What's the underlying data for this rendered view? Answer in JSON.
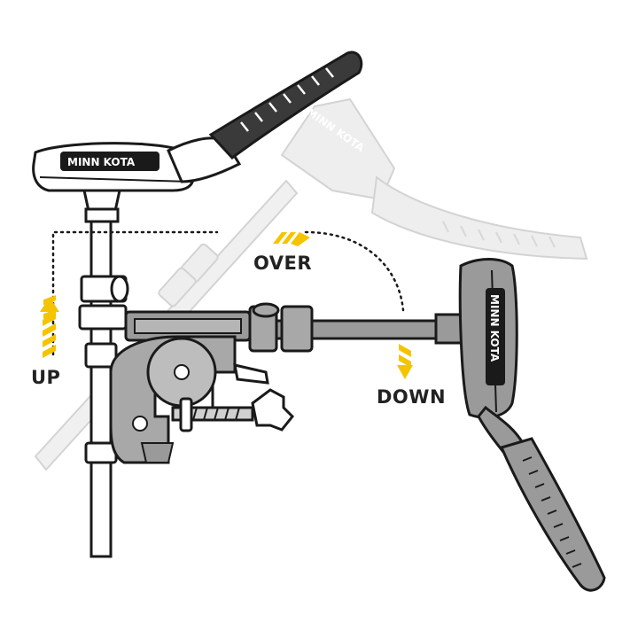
{
  "labels": {
    "up": "UP",
    "over": "OVER",
    "down": "DOWN"
  },
  "brand": "MINN KOTA",
  "colors": {
    "accent": "#F5C400",
    "outline": "#1a1a1a",
    "motor_dark": "#8a8a8a",
    "ghost": "#e6e6e6"
  }
}
